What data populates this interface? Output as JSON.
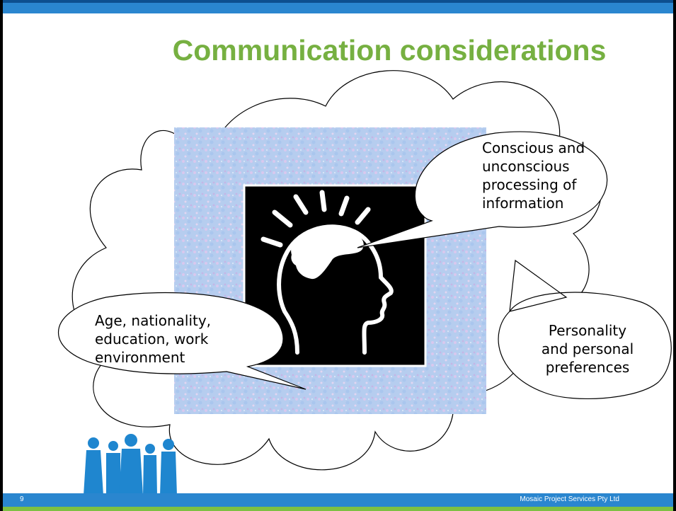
{
  "slide": {
    "title": "Communication considerations",
    "page_number": "9",
    "organization": "Mosaic Project Services Pty Ltd"
  },
  "bubbles": {
    "conscious": [
      "Conscious and",
      "unconscious",
      "processing of",
      "information"
    ],
    "demographics": [
      "Age, nationality,",
      "education, work",
      "environment"
    ],
    "personality": [
      "Personality",
      "and personal",
      "preferences"
    ]
  },
  "images": {
    "center": "head-with-brain-icon",
    "people": "people-silhouettes-icon"
  },
  "colors": {
    "title": "#76b041",
    "bar": "#2a86cf",
    "accent_green": "#7ec043"
  }
}
